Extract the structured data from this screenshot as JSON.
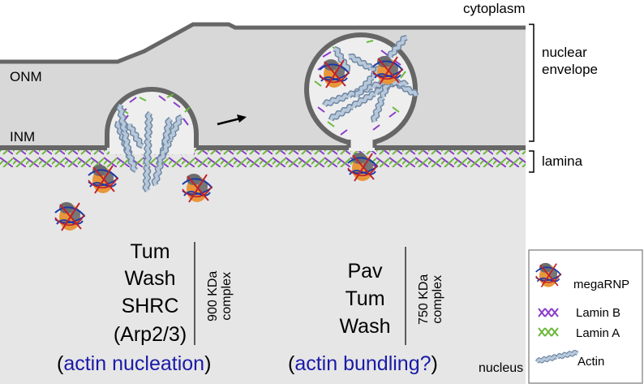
{
  "labels": {
    "cytoplasm": "cytoplasm",
    "nuclear_envelope_line1": "nuclear",
    "nuclear_envelope_line2": "envelope",
    "onm": "ONM",
    "inm": "INM",
    "lamina": "lamina",
    "nucleus": "nucleus"
  },
  "left_complex": {
    "proteins": [
      "Tum",
      "Wash",
      "SHRC",
      "(Arp2/3)"
    ],
    "size_line1": "900 KDa",
    "size_line2": "complex",
    "function": "actin nucleation"
  },
  "right_complex": {
    "proteins": [
      "Pav",
      "Tum",
      "Wash"
    ],
    "size_line1": "750 KDa",
    "size_line2": "complex",
    "function": "actin bundling?"
  },
  "legend": {
    "megarnp": "megaRNP",
    "lamin_b": "Lamin B",
    "lamin_a": "Lamin A",
    "actin": "Actin"
  },
  "colors": {
    "envelope_fill": "#d8d8d8",
    "nucleoplasm": "#e6e6e6",
    "membrane": "#666666",
    "lamin_b": "#8a3cc9",
    "lamin_a": "#6cb83c",
    "actin": "#9fb3c8",
    "rnp_core": "#e8963a",
    "function_text": "#1a1aa8"
  },
  "parens": {
    "open": "(",
    "close": ")"
  }
}
